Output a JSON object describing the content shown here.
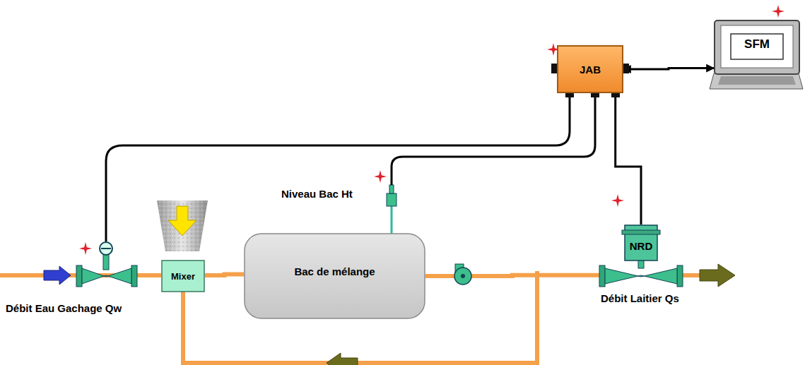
{
  "diagram": {
    "nodes": [
      {
        "text": [
          "JAB"
        ]
      },
      {
        "text": [
          "SFM"
        ]
      },
      {
        "text": [
          "Mixer"
        ]
      },
      {
        "text": [
          "Bac de mélange"
        ]
      },
      {
        "text": [
          "NRD"
        ]
      }
    ],
    "edges": [
      {
        "from": 0,
        "to": 1,
        "arrow": "both"
      },
      {
        "from": 2,
        "to": 3,
        "arrow": "none"
      },
      {
        "from": 3,
        "to": 4,
        "arrow": "none"
      },
      {
        "from": 0,
        "to": 4,
        "arrow": "none"
      }
    ],
    "labels": [
      "Niveau Bac Ht",
      "Débit Eau Gachage Qw",
      "Débit Laitier Qs"
    ]
  }
}
